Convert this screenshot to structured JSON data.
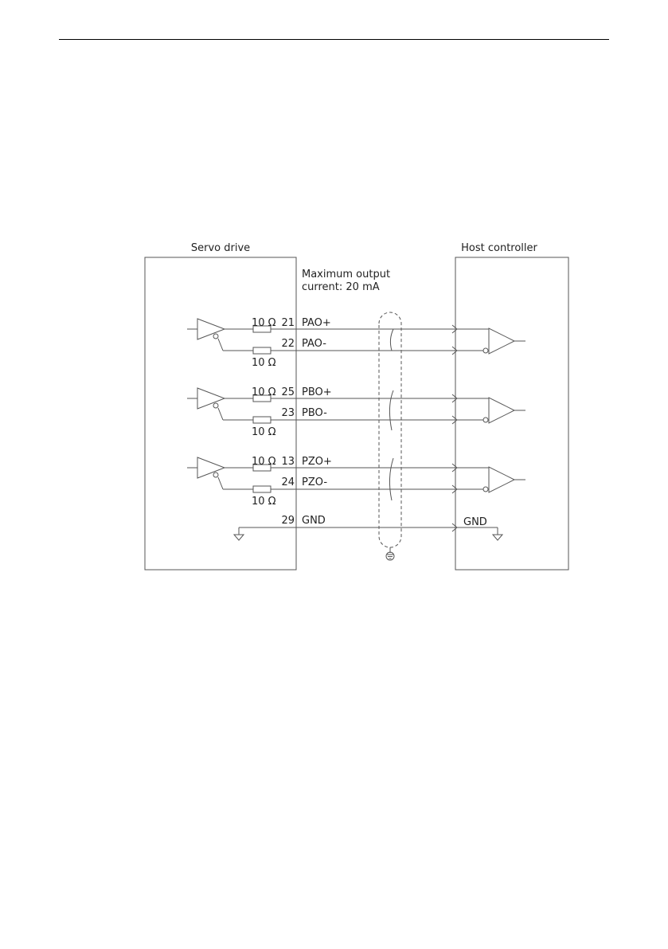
{
  "labels": {
    "servo_drive": "Servo drive",
    "host_controller": "Host controller",
    "max_output_line1": "Maximum output",
    "max_output_line2": "current: 20 mA"
  },
  "channels": [
    {
      "resistor_top": "10 Ω",
      "resistor_bottom": "10 Ω",
      "pin_pos": "21",
      "signal_pos": "PAO+",
      "pin_neg": "22",
      "signal_neg": "PAO-"
    },
    {
      "resistor_top": "10 Ω",
      "resistor_bottom": "10 Ω",
      "pin_pos": "25",
      "signal_pos": "PBO+",
      "pin_neg": "23",
      "signal_neg": "PBO-"
    },
    {
      "resistor_top": "10 Ω",
      "resistor_bottom": "10 Ω",
      "pin_pos": "13",
      "signal_pos": "PZO+",
      "pin_neg": "24",
      "signal_neg": "PZO-"
    }
  ],
  "ground": {
    "pin": "29",
    "signal": "GND",
    "host_label": "GND"
  }
}
